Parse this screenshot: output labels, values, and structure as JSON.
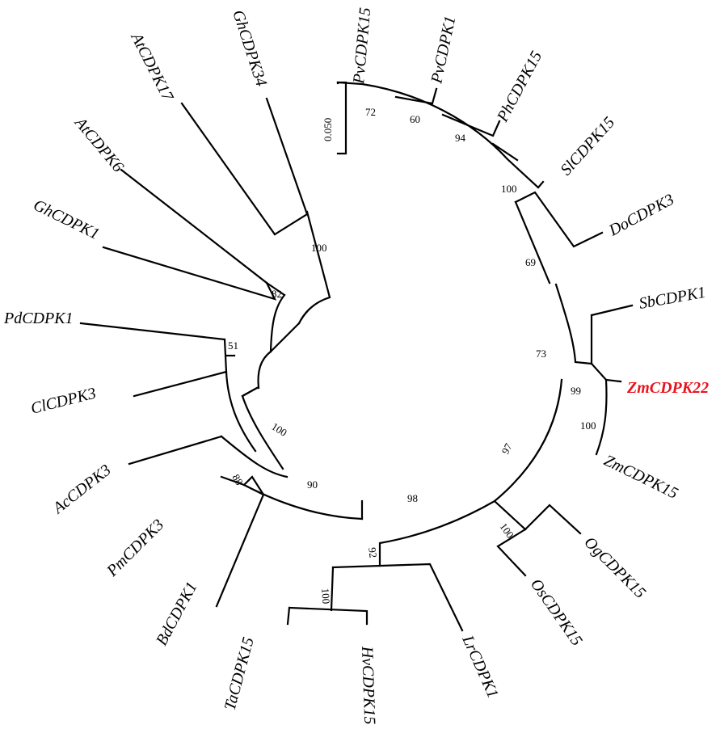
{
  "tree": {
    "type": "circular-phylogenetic-tree",
    "highlight_color": "#e8141e",
    "scale_bar_label": "0.050",
    "taxa": [
      {
        "id": "PvCDPK15a",
        "label": "PvCDPK15"
      },
      {
        "id": "PvCDPK1",
        "label": "PvCDPK1"
      },
      {
        "id": "PhCDPK15",
        "label": "PhCDPK15"
      },
      {
        "id": "SlCDPK15",
        "label": "SlCDPK15"
      },
      {
        "id": "DoCDPK3",
        "label": "DoCDPK3"
      },
      {
        "id": "SbCDPK1",
        "label": "SbCDPK1"
      },
      {
        "id": "ZmCDPK22",
        "label": "ZmCDPK22",
        "highlight": true
      },
      {
        "id": "ZmCDPK15",
        "label": "ZmCDPK15"
      },
      {
        "id": "OgCDPK15",
        "label": "OgCDPK15"
      },
      {
        "id": "OsCDPK15",
        "label": "OsCDPK15"
      },
      {
        "id": "LrCDPK1",
        "label": "LrCDPK1"
      },
      {
        "id": "HvCDPK15",
        "label": "HvCDPK15"
      },
      {
        "id": "TaCDPK15",
        "label": "TaCDPK15"
      },
      {
        "id": "BdCDPK1",
        "label": "BdCDPK1"
      },
      {
        "id": "PmCDPK3",
        "label": "PmCDPK3"
      },
      {
        "id": "AcCDPK3",
        "label": "AcCDPK3"
      },
      {
        "id": "ClCDPK3",
        "label": "ClCDPK3"
      },
      {
        "id": "PdCDPK1",
        "label": "PdCDPK1"
      },
      {
        "id": "GhCDPK1",
        "label": "GhCDPK1"
      },
      {
        "id": "AtCDPK6",
        "label": "AtCDPK6"
      },
      {
        "id": "AtCDPK17",
        "label": "AtCDPK17"
      },
      {
        "id": "GhCDPK34",
        "label": "GhCDPK34"
      }
    ],
    "bootstrap": [
      {
        "id": "b72",
        "value": "72"
      },
      {
        "id": "b60",
        "value": "60"
      },
      {
        "id": "b94",
        "value": "94"
      },
      {
        "id": "b100-sl",
        "value": "100"
      },
      {
        "id": "b69",
        "value": "69"
      },
      {
        "id": "b73",
        "value": "73"
      },
      {
        "id": "b99",
        "value": "99"
      },
      {
        "id": "b100-zm",
        "value": "100"
      },
      {
        "id": "b97",
        "value": "97"
      },
      {
        "id": "b100-os",
        "value": "100"
      },
      {
        "id": "b98",
        "value": "98"
      },
      {
        "id": "b92",
        "value": "92"
      },
      {
        "id": "b100-ta",
        "value": "100"
      },
      {
        "id": "b90",
        "value": "90"
      },
      {
        "id": "b88",
        "value": "88"
      },
      {
        "id": "b100-ac",
        "value": "100"
      },
      {
        "id": "b51",
        "value": "51"
      },
      {
        "id": "b82",
        "value": "82"
      },
      {
        "id": "b100-gh",
        "value": "100"
      }
    ]
  }
}
